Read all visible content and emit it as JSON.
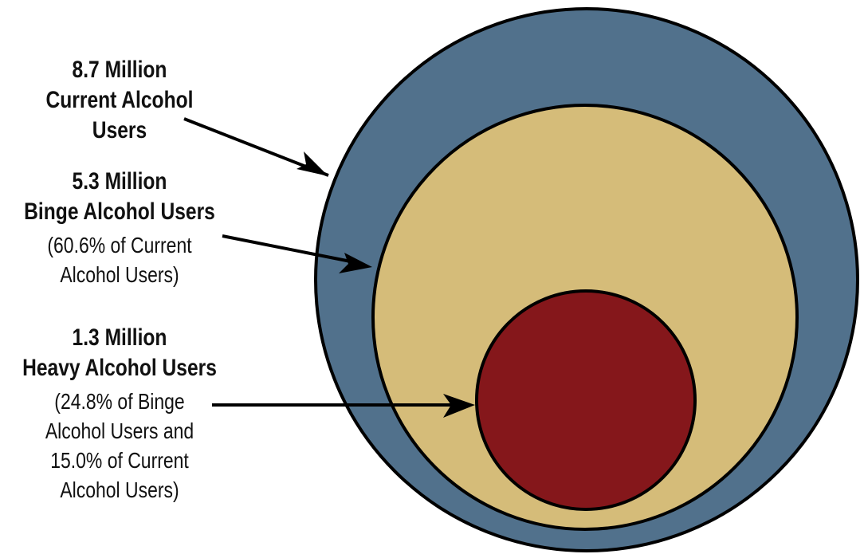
{
  "colors": {
    "current": "#51718c",
    "binge": "#d5bc79",
    "heavy": "#85171b",
    "stroke": "#000000"
  },
  "labels": {
    "current": {
      "value": "8.7 Million",
      "name": "Current Alcohol Users"
    },
    "binge": {
      "value": "5.3 Million",
      "name": "Binge Alcohol Users",
      "note_line1": "(60.6% of Current",
      "note_line2": "Alcohol Users)"
    },
    "heavy": {
      "value": "1.3 Million",
      "name": "Heavy Alcohol Users",
      "note_line1": "(24.8% of Binge",
      "note_line2": "Alcohol Users and",
      "note_line3": "15.0% of Current",
      "note_line4": "Alcohol Users)"
    }
  },
  "chart_data": {
    "type": "nested-circles",
    "series": [
      {
        "name": "Current Alcohol Users",
        "value_millions": 8.7,
        "color": "#51718c"
      },
      {
        "name": "Binge Alcohol Users",
        "value_millions": 5.3,
        "pct_of_current": 60.6,
        "color": "#d5bc79"
      },
      {
        "name": "Heavy Alcohol Users",
        "value_millions": 1.3,
        "pct_of_binge": 24.8,
        "pct_of_current": 15.0,
        "color": "#85171b"
      }
    ]
  }
}
